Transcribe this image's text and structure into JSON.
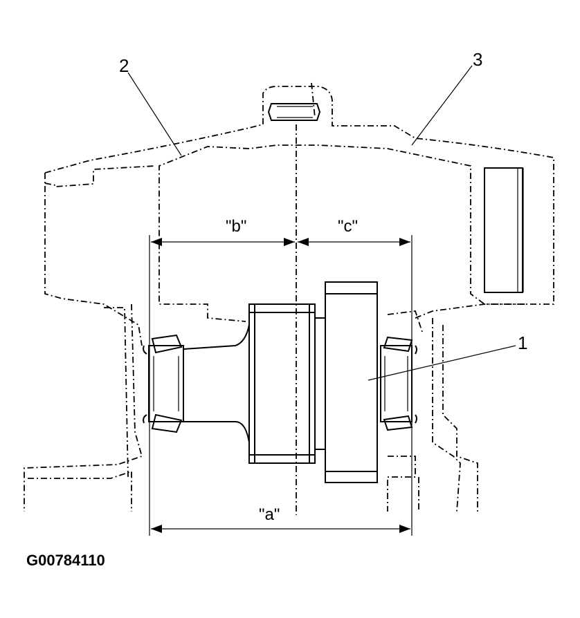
{
  "diagram": {
    "callouts": {
      "c1": "1",
      "c2": "2",
      "c3": "3"
    },
    "dimensions": {
      "a": "\"a\"",
      "b": "\"b\"",
      "c": "\"c\""
    },
    "figure_code": "G00784110"
  }
}
